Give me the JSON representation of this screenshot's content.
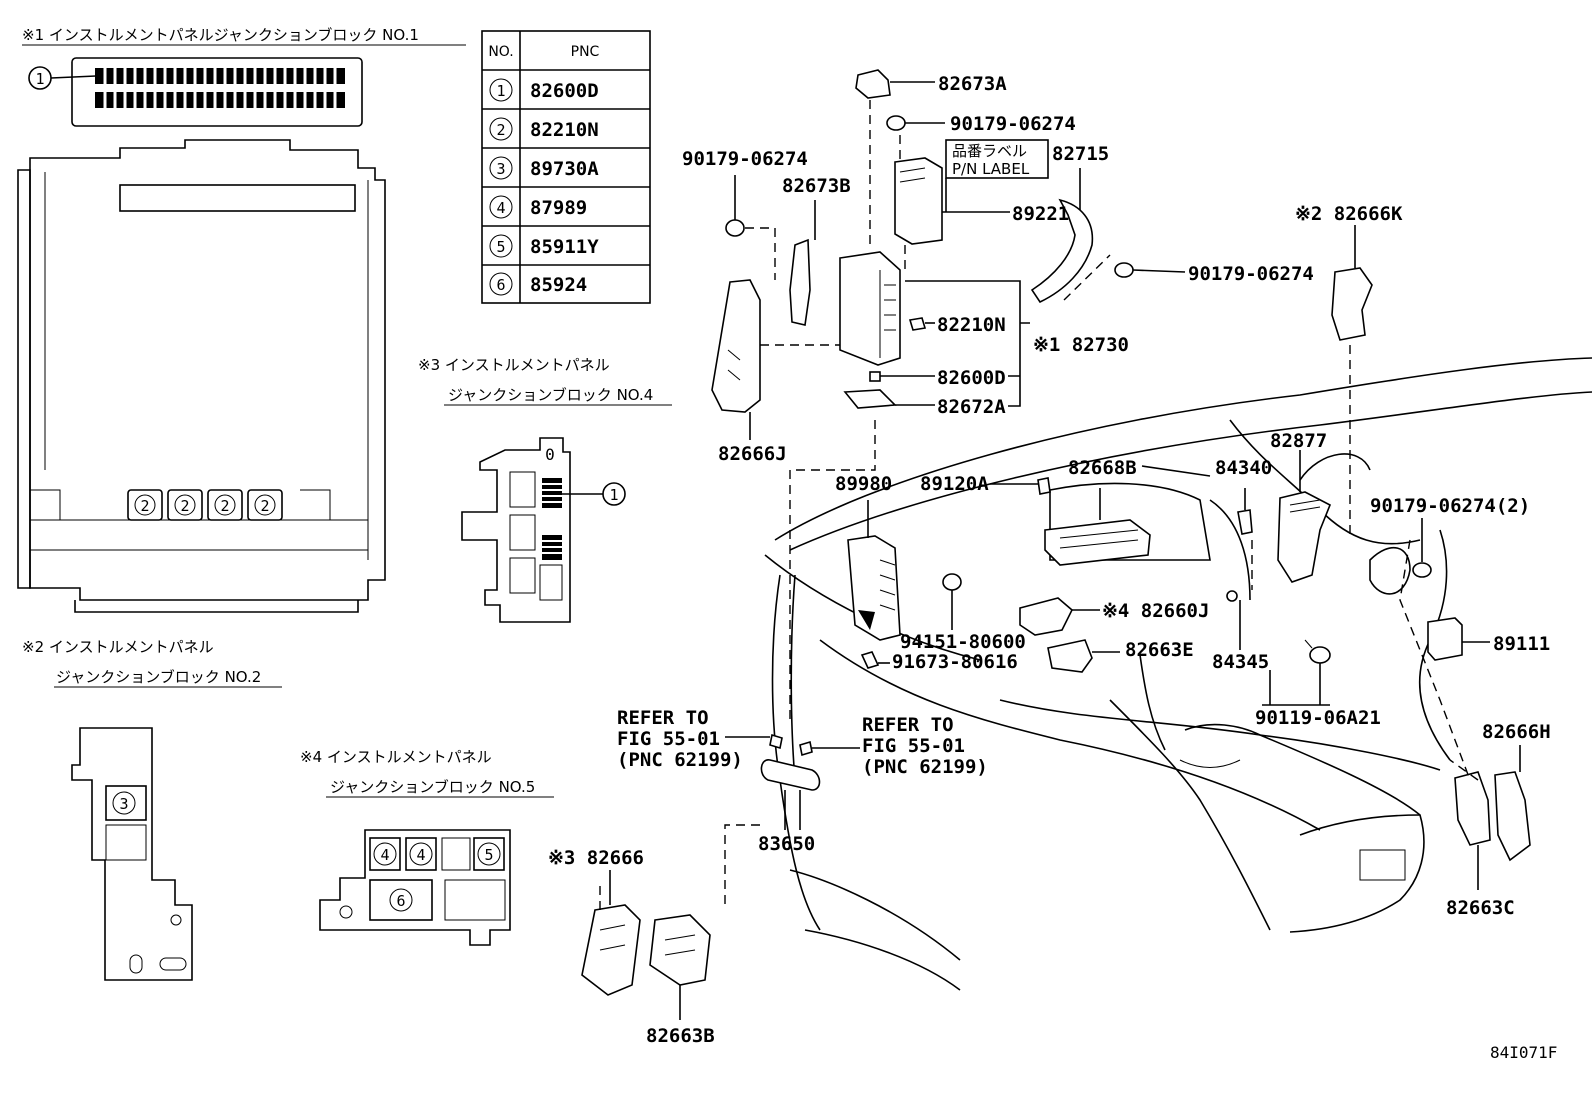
{
  "notes": {
    "n1": "※1 インストルメントパネルジャンクションブロック NO.1",
    "n2a": "※2 インストルメントパネル",
    "n2b": "ジャンクションブロック NO.2",
    "n3a": "※3 インストルメントパネル",
    "n3b": "ジャンクションブロック NO.4",
    "n4a": "※4 インストルメントパネル",
    "n4b": "ジャンクションブロック NO.5"
  },
  "table": {
    "header_no": "NO.",
    "header_pnc": "PNC",
    "rows": [
      {
        "no": "1",
        "pnc": "82600D"
      },
      {
        "no": "2",
        "pnc": "82210N"
      },
      {
        "no": "3",
        "pnc": "89730A"
      },
      {
        "no": "4",
        "pnc": "87989"
      },
      {
        "no": "5",
        "pnc": "85911Y"
      },
      {
        "no": "6",
        "pnc": "85924"
      }
    ]
  },
  "callouts": {
    "c1": "1",
    "c2": "2",
    "c3": "3",
    "c4": "4",
    "c5": "5",
    "c6": "6",
    "jb4_zero": "0"
  },
  "labels": {
    "p82673A": "82673A",
    "p90179a": "90179-06274",
    "p90179b": "90179-06274",
    "p90179c": "90179-06274",
    "p90179d": "90179-06274(2)",
    "label_jp": "品番ラベル",
    "label_en": "P/N LABEL",
    "p82715": "82715",
    "p82673B": "82673B",
    "p89221": "89221",
    "p82666K": "※2 82666K",
    "p82210N": "82210N",
    "p82730": "※1 82730",
    "p82600D": "82600D",
    "p82672A": "82672A",
    "p82666J": "82666J",
    "p89980": "89980",
    "p89120A": "89120A",
    "p82668B": "82668B",
    "p84340": "84340",
    "p82877": "82877",
    "p82660J": "※4 82660J",
    "p94151": "94151-80600",
    "p91673": "91673-80616",
    "p82663E": "82663E",
    "p84345": "84345",
    "p89111": "89111",
    "p90119": "90119-06A21",
    "refer1_a": "REFER TO",
    "refer1_b": "FIG 55-01",
    "refer1_c": "(PNC 62199)",
    "refer2_a": "REFER TO",
    "refer2_b": "FIG 55-01",
    "refer2_c": "(PNC 62199)",
    "p82666H": "82666H",
    "p83650": "83650",
    "p82666": "※3 82666",
    "p82663C": "82663C",
    "p82663B": "82663B",
    "figure_code": "84I071F"
  }
}
